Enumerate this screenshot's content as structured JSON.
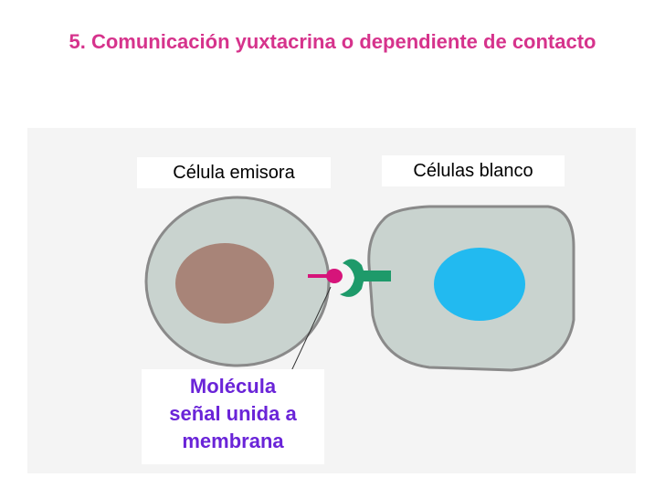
{
  "title": "5. Comunicación yuxtacrina o dependiente de contacto",
  "labels": {
    "emitting_cell": "Célula emisora",
    "target_cells": "Células blanco",
    "signal_molecule_line1": "Molécula",
    "signal_molecule_line2": "señal unida a",
    "signal_molecule_line3": "membrana"
  },
  "colors": {
    "title": "#d6338c",
    "cell_fill": "#c9d3cf",
    "cell_outline": "#8a8a8a",
    "emitting_nucleus": "#a88478",
    "target_nucleus": "#22baf0",
    "signal": "#d6147a",
    "receptor": "#1e9a6a",
    "molecule_label": "#6a24d8"
  }
}
